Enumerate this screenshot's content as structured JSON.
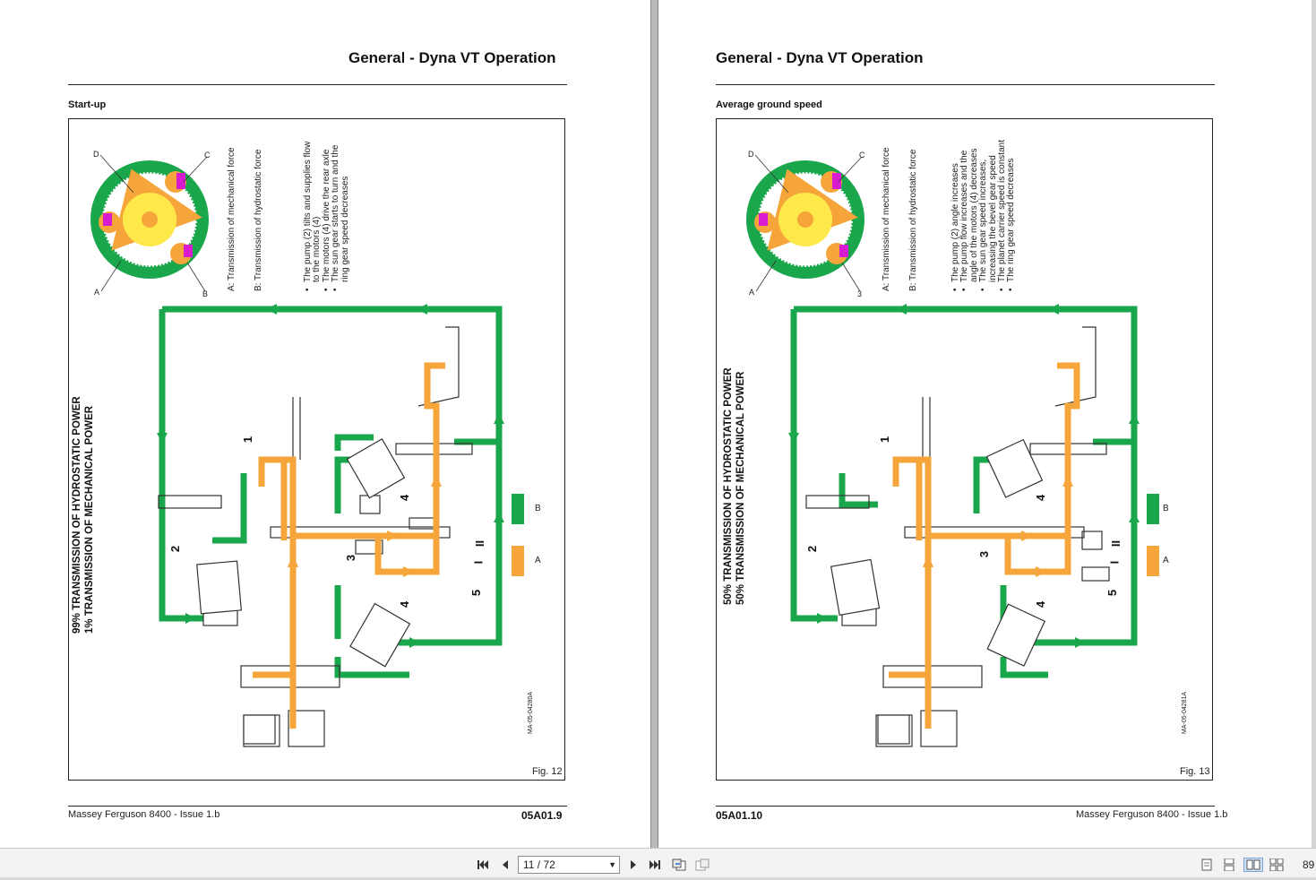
{
  "left_page": {
    "header": "Generaǀ - Dyna VT Operation",
    "section": "Start-up",
    "power_line1": "99% TRANSMISSION OF HYDROSTATIC POWER",
    "power_line2": "1% TRANSMISSION OF MECHANICAL POWER",
    "legend_a": "A: Transmission of mechanical force",
    "legend_b": "B: Transmission of hydrostatic force",
    "bullets": [
      "The pump (2) tilts and supplies flow to the motors (4)",
      "The motors (4) drive the rear axle",
      "The sun gear starts to turn and the ring gear speed decreases"
    ],
    "gear_labels": {
      "a": "A",
      "b": "B",
      "c": "C",
      "d": "D"
    },
    "numbers": {
      "n1": "1",
      "n2": "2",
      "n3": "3",
      "n4a": "4",
      "n4b": "4",
      "n5": "5",
      "i": "I",
      "ii": "II"
    },
    "key_a": "A",
    "key_b": "B",
    "ref": "MA-05-04280A",
    "figure": "Fig. 12",
    "footer_left": "Massey Ferguson 8400 - Issue 1.b",
    "footer_right": "05A01.9"
  },
  "right_page": {
    "header": "Generaǀ - Dyna VT Operation",
    "section": "Average ground speed",
    "power_line1": "50% TRANSMISSION OF HYDROSTATIC POWER",
    "power_line2": "50% TRANSMISSION OF MECHANICAL POWER",
    "legend_a": "A: Transmission of mechanical force",
    "legend_b": "B: Transmission of hydrostatic force",
    "bullets": [
      "The pump (2) angle increases",
      "The pump flow increases and the angle of the motors (4) decreases",
      "The sun gear speed increases, increasing the bevel gear speed",
      "The planet carrier speed is constant",
      "The ring gear speed decreases"
    ],
    "gear_labels": {
      "a": "A",
      "b": "3",
      "c": "C",
      "d": "D"
    },
    "numbers": {
      "n1": "1",
      "n2": "2",
      "n3": "3",
      "n4a": "4",
      "n4b": "4",
      "n5": "5",
      "i": "I",
      "ii": "II"
    },
    "key_a": "A",
    "key_b": "B",
    "ref": "MA-05-04281A",
    "figure": "Fig. 13",
    "footer_left": "Massey Ferguson 8400 - Issue 1.b",
    "footer_right": "05A01.10"
  },
  "toolbar": {
    "page_value": "11 / 72",
    "zoom": "89",
    "icons": [
      "first-page-icon",
      "prev-page-icon",
      "next-page-icon",
      "last-page-icon",
      "go-back-icon",
      "go-forward-icon",
      "single-page-icon",
      "continuous-icon",
      "two-page-icon",
      "two-page-continuous-icon"
    ]
  },
  "colors": {
    "hydrostatic_green": "#1aa64a",
    "mechanical_orange": "#f5a53a",
    "planet_yellow": "#ffe94a",
    "magenta": "#d81bd0"
  }
}
